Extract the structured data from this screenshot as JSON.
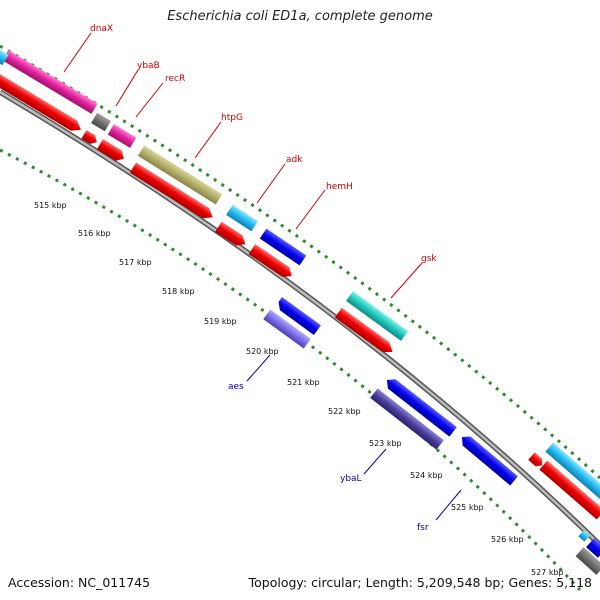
{
  "header": {
    "title": "Escherichia coli ED1a, complete genome"
  },
  "footer": {
    "accession": "Accession: NC_011745",
    "topology": "Topology: circular; Length: 5,209,548 bp; Genes: 5,118"
  },
  "gene_labels": {
    "dnaX": "dnaX",
    "ybaB": "ybaB",
    "recR": "recR",
    "htpG": "htpG",
    "adk": "adk",
    "hemH": "hemH",
    "gsk": "gsk",
    "aes": "aes",
    "ybaL": "ybaL",
    "fsr": "fsr"
  },
  "scale_labels": [
    "515 kbp",
    "516 kbp",
    "517 kbp",
    "518 kbp",
    "519 kbp",
    "520 kbp",
    "521 kbp",
    "522 kbp",
    "523 kbp",
    "524 kbp",
    "525 kbp",
    "526 kbp",
    "527 kbp"
  ],
  "colors": {
    "forward_label": "#cc0000",
    "reverse_label": "#0000aa",
    "backbone": "#999999",
    "cds_red": "#ee0000",
    "tick_green": "#2e8b2e"
  }
}
